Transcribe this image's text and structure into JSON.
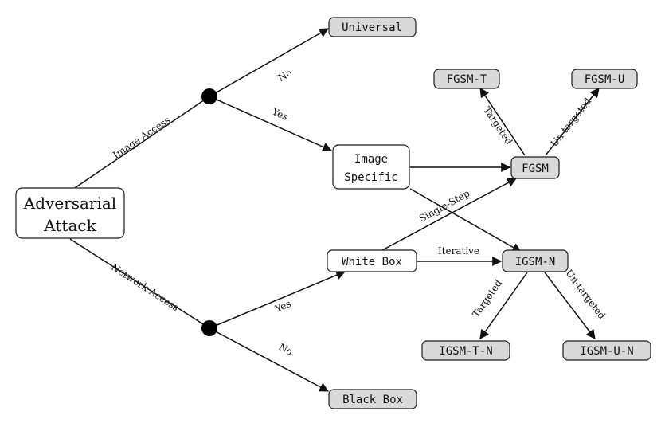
{
  "nodes": {
    "root": {
      "lines": [
        "Adversarial",
        "Attack"
      ]
    },
    "universal": {
      "label": "Universal"
    },
    "image_specific": {
      "lines": [
        "Image",
        "Specific"
      ]
    },
    "fgsm": {
      "label": "FGSM"
    },
    "fgsm_t": {
      "label": "FGSM-T"
    },
    "fgsm_u": {
      "label": "FGSM-U"
    },
    "white_box": {
      "label": "White Box"
    },
    "igsm_n": {
      "label": "IGSM-N"
    },
    "igsm_t_n": {
      "label": "IGSM-T-N"
    },
    "igsm_u_n": {
      "label": "IGSM-U-N"
    },
    "black_box": {
      "label": "Black Box"
    }
  },
  "edges": {
    "image_access": "Image Access",
    "network_access": "Network Access",
    "no_top": "No",
    "yes_top": "Yes",
    "yes_bottom": "Yes",
    "no_bottom": "No",
    "single_step": "Single-Step",
    "iterative": "Iterative",
    "fgsm_targeted": "Targeted",
    "fgsm_untargeted": "Un-targeted",
    "igsm_targeted": "Targeted",
    "igsm_untargeted": "Un-targeted"
  }
}
